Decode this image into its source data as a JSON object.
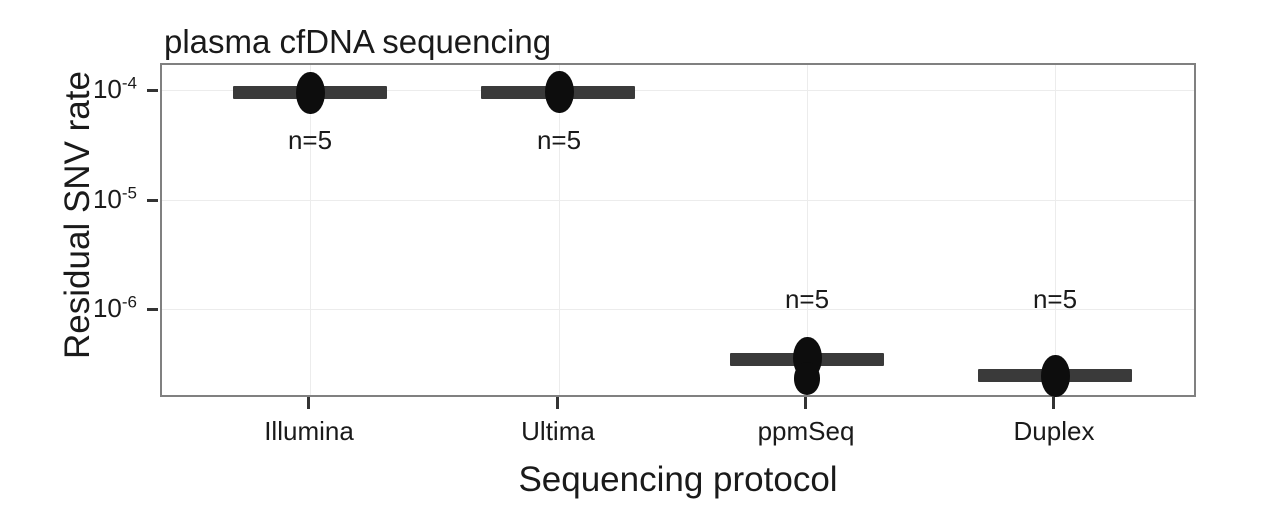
{
  "chart_data": {
    "type": "scatter",
    "title": "plasma cfDNA sequencing",
    "xlabel": "Sequencing protocol",
    "ylabel": "Residual SNV rate",
    "yscale": "log",
    "ylim": [
      1.8e-07,
      0.00018
    ],
    "grid": true,
    "legend": false,
    "categories": [
      "Illumina",
      "Ultima",
      "ppmSeq",
      "Duplex"
    ],
    "ytick_labels": [
      "10⁻⁴",
      "10⁻⁵",
      "10⁻⁶"
    ],
    "ytick_bases": [
      "10",
      "10",
      "10"
    ],
    "ytick_exponents": [
      "-4",
      "-5",
      "-6"
    ],
    "ytick_values": [
      0.0001,
      1e-05,
      1e-06
    ],
    "series": [
      {
        "name": "Illumina",
        "n": 5,
        "n_label": "n=5",
        "median": 0.00011,
        "values": [
          0.00011,
          0.00011,
          0.000105,
          0.00011,
          0.000115
        ]
      },
      {
        "name": "Ultima",
        "n": 5,
        "n_label": "n=5",
        "median": 0.00011,
        "values": [
          0.00011,
          0.000105,
          0.00011,
          0.00011,
          0.00012
        ]
      },
      {
        "name": "ppmSeq",
        "n": 5,
        "n_label": "n=5",
        "median": 4.2e-07,
        "values": [
          4.3e-07,
          4.2e-07,
          4.2e-07,
          4e-07,
          3e-07
        ]
      },
      {
        "name": "Duplex",
        "n": 5,
        "n_label": "n=5",
        "median": 3e-07,
        "values": [
          3.1e-07,
          3e-07,
          3e-07,
          2.9e-07,
          2.8e-07
        ]
      }
    ],
    "colors": {
      "point": "#0d0d0d",
      "crossbar": "#3a3a3a",
      "panel_border": "#808080",
      "gridline": "#ececec",
      "text": "#1a1a1a",
      "background": "#ffffff"
    }
  }
}
